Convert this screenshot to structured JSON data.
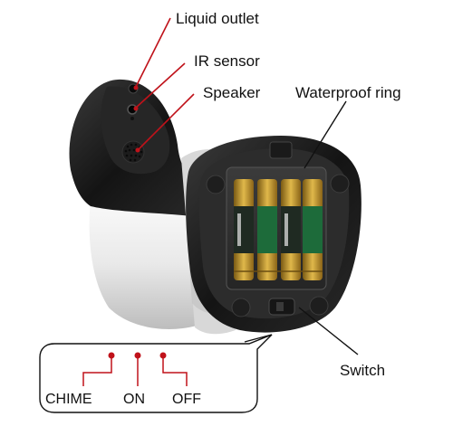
{
  "callouts": {
    "liquid_outlet": "Liquid outlet",
    "ir_sensor": "IR sensor",
    "speaker": "Speaker",
    "waterproof_ring": "Waterproof ring",
    "switch": "Switch"
  },
  "switch_positions": {
    "chime": "CHIME",
    "on": "ON",
    "off": "OFF"
  },
  "colors": {
    "leader_red": "#c0121a",
    "leader_black": "#111111",
    "body_white": "#f2f2f2",
    "body_black": "#1a1a1a",
    "battery_gold": "#b58a2a",
    "battery_green": "#1d6b3a"
  }
}
